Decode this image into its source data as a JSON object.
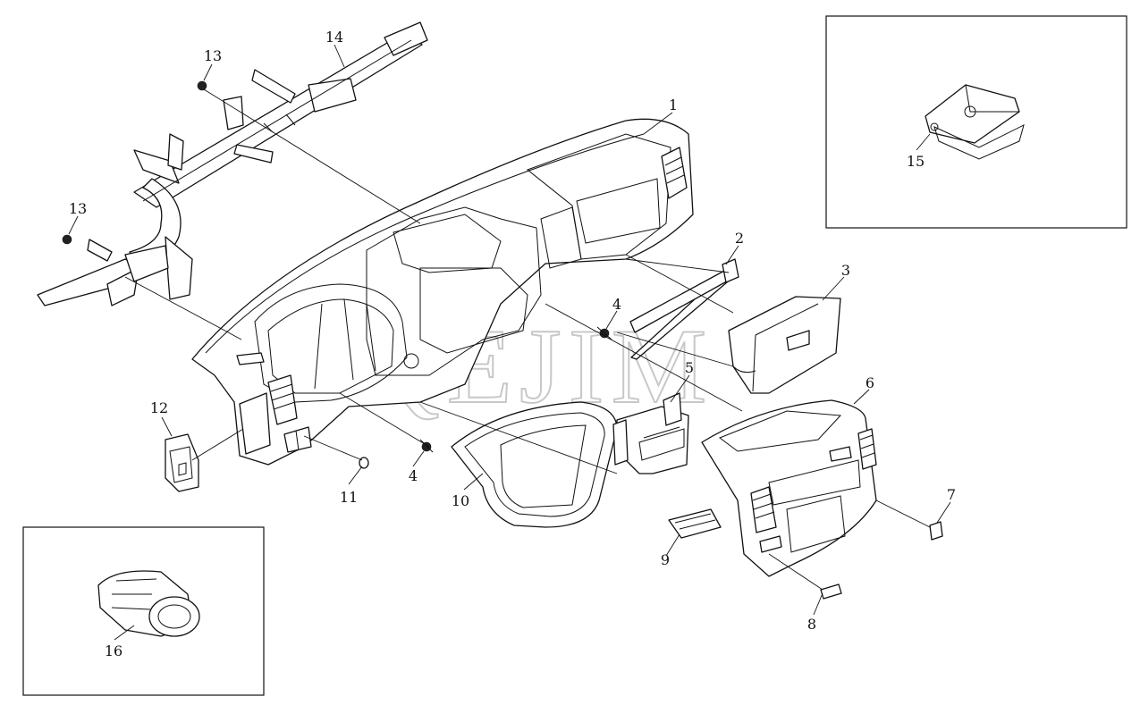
{
  "watermark": "QEJIM",
  "callouts": {
    "c1": "1",
    "c2": "2",
    "c3": "3",
    "c4a": "4",
    "c4b": "4",
    "c5": "5",
    "c6": "6",
    "c7": "7",
    "c8": "8",
    "c9": "9",
    "c10": "10",
    "c11": "11",
    "c12": "12",
    "c13a": "13",
    "c13b": "13",
    "c14": "14",
    "c15": "15",
    "c16": "16"
  }
}
